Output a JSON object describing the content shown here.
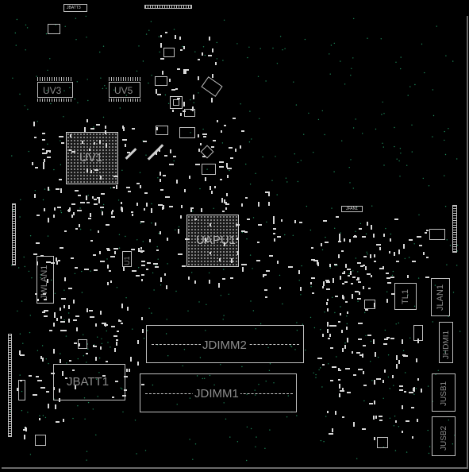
{
  "viewer": {
    "board_background": "#000000",
    "silkscreen_color": "#bfbfbf",
    "label_color": "#8c8c8c",
    "via_color": "#1d8a5a"
  },
  "designators": {
    "uv3": "UV3",
    "uv5": "UV5",
    "uv1": "UV1",
    "uapu1": "UAPU1",
    "u1": "U1",
    "tl1": "TL1",
    "jvlan1": "JWLAN1",
    "jlan1": "JLAN1",
    "jhdmi1": "JHDMI1",
    "jusb1": "JUSB1",
    "jusb2": "JUSB2",
    "jdimm2": "JDIMM2",
    "jdimm1": "JDIMM1",
    "jbatt1": "JBATT1",
    "jbatt3": "JBATT3",
    "jfan1": "JFAN1"
  }
}
